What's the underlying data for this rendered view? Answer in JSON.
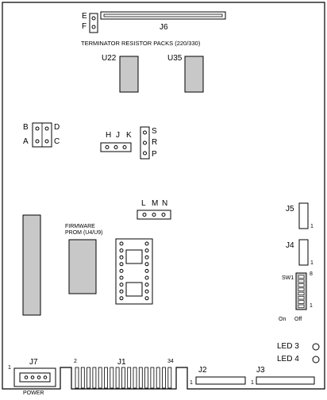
{
  "labels": {
    "jumper_ef_e": "E",
    "jumper_ef_f": "F",
    "j6": "J6",
    "terminator_title": "TERMINATOR RESISTOR PACKS (220/330)",
    "u22": "U22",
    "u35": "U35",
    "jumper_abcd_b": "B",
    "jumper_abcd_a": "A",
    "jumper_abcd_d": "D",
    "jumper_abcd_c": "C",
    "jumper_hjk_h": "H",
    "jumper_hjk_j": "J",
    "jumper_hjk_k": "K",
    "jumper_srp_s": "S",
    "jumper_srp_r": "R",
    "jumper_srp_p": "P",
    "jumper_lmn_l": "L",
    "jumper_lmn_m": "M",
    "jumper_lmn_n": "N",
    "j5": "J5",
    "j5_pin1": "1",
    "j4": "J4",
    "j4_pin1": "1",
    "firmware_line1": "FIRMWARE",
    "firmware_line2": "PROM (U4/U9)",
    "sw1": "SW1",
    "sw1_top": "8",
    "sw1_bottom": "1",
    "sw1_on": "On",
    "sw1_off": "Off",
    "led3": "LED 3",
    "led4": "LED 4",
    "j7": "J7",
    "j7_pin1": "1",
    "power": "POWER",
    "j1": "J1",
    "j1_pin2": "2",
    "j1_pin34": "34",
    "j2": "J2",
    "j2_pin1": "1",
    "j3": "J3",
    "j3_pin1": "1"
  }
}
